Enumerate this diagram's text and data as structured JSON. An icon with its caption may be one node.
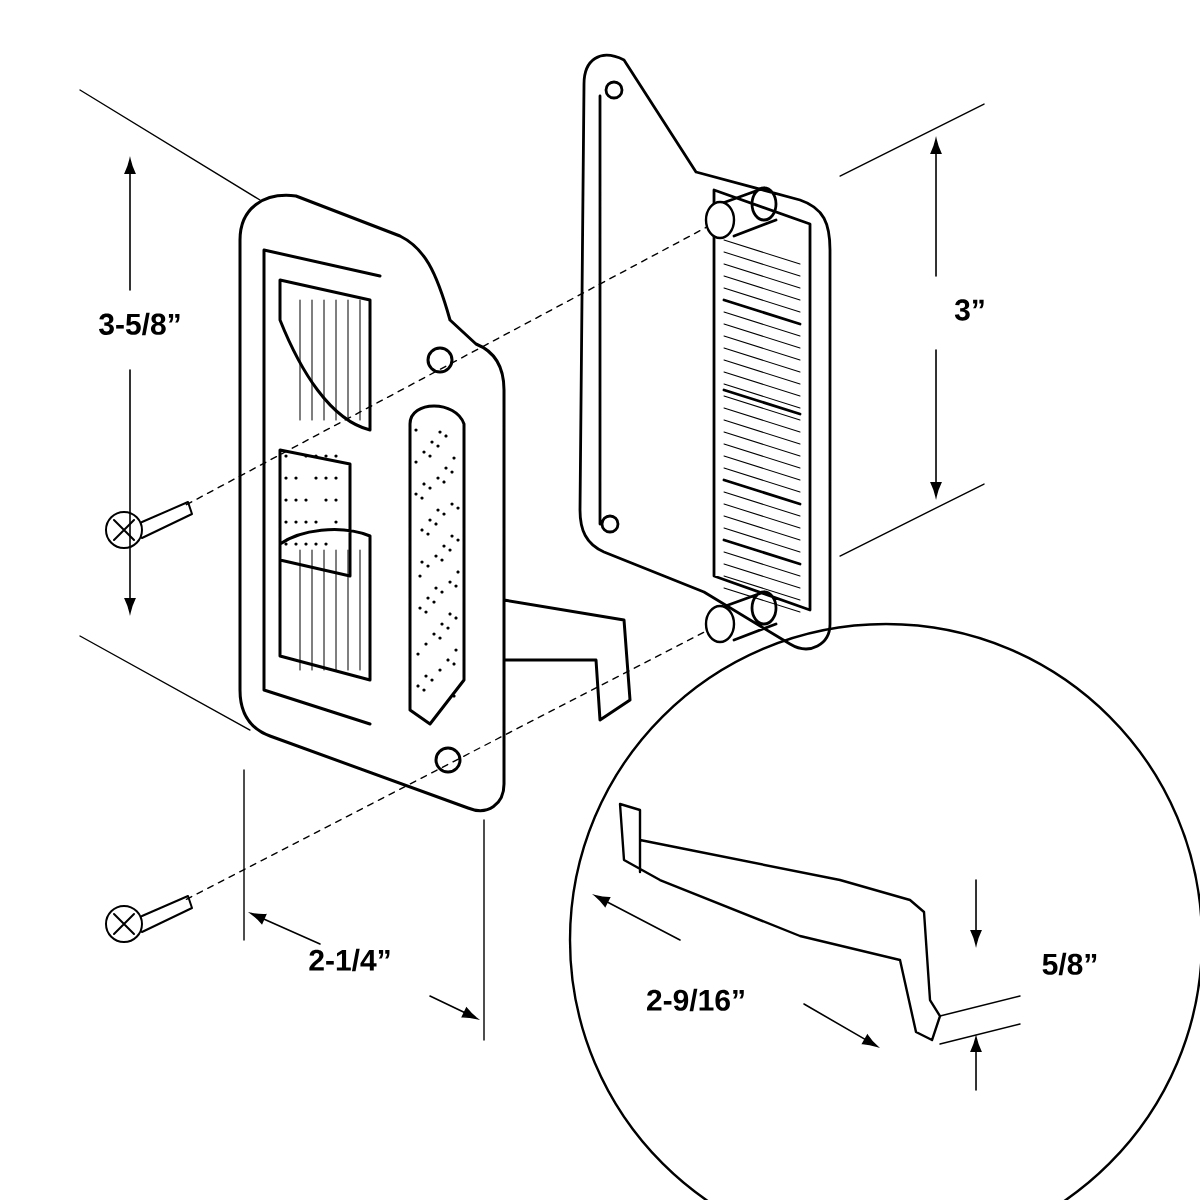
{
  "diagram": {
    "nodes": [
      {
        "text": [],
        "shape": "picture"
      },
      {
        "text": [],
        "shape": "picture"
      },
      {
        "text": [],
        "shape": "circle"
      },
      {
        "text": [],
        "shape": "circle"
      }
    ],
    "edges": [
      {
        "from": 0,
        "to": 2,
        "arrow": "none",
        "style": "dashed"
      },
      {
        "from": 1,
        "to": 3,
        "arrow": "none",
        "style": "dashed"
      }
    ],
    "labels": [
      "3-5/8”",
      "3”",
      "2-1/4”",
      "2-9/16”",
      "5/8”"
    ]
  }
}
